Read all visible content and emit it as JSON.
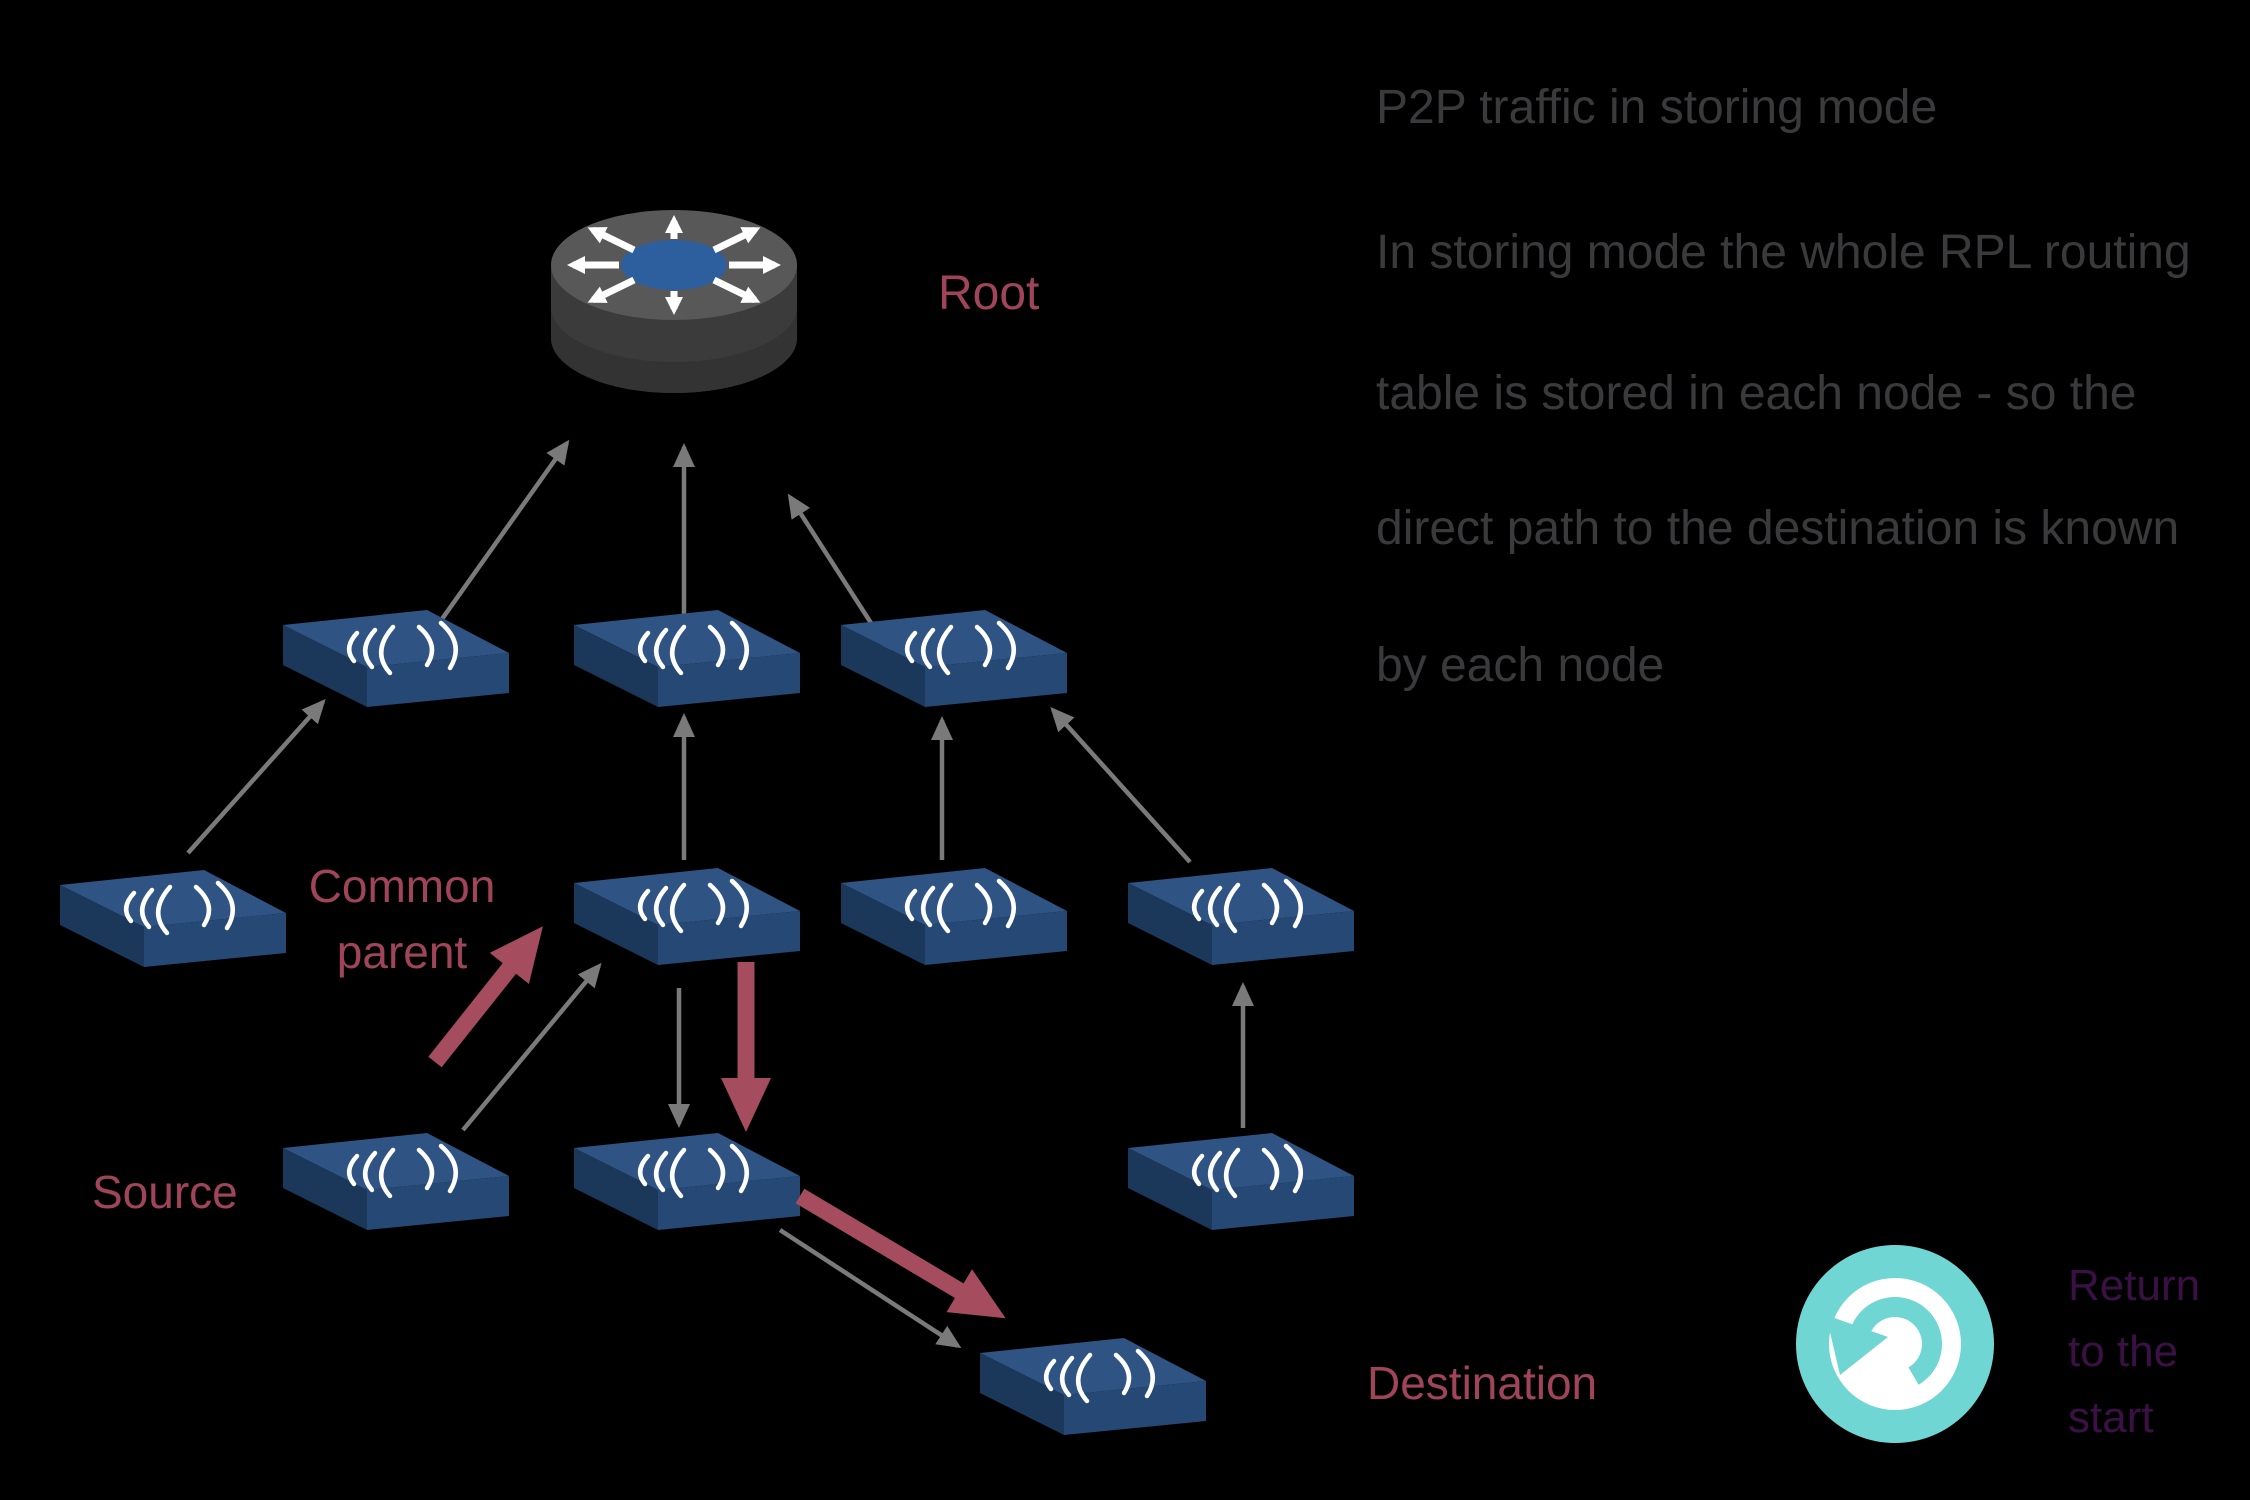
{
  "title": "P2P traffic in storing mode",
  "description": {
    "lines": [
      "P2P traffic in storing mode",
      "In storing mode the whole RPL routing",
      "table is stored in each node - so the",
      "direct path to the destination is known",
      "by each node"
    ]
  },
  "diagram": {
    "root_label": "Root",
    "common_parent_label": "Common parent",
    "source_label": "Source",
    "destination_label": "Destination",
    "icons": {
      "root": "router-broadcast-icon",
      "node": "wireless-node-icon",
      "gray_arrow": "routing-link-arrow",
      "red_arrow": "p2p-traffic-path-arrow"
    }
  },
  "return_button": {
    "label": "Return to the start",
    "icon": "restart-circular-arrow-icon"
  },
  "colors": {
    "background": "#000000",
    "label_maroon": "#A04459",
    "description_gray": "#3A3A3C",
    "arrow_gray": "#7A7A7A",
    "arrow_red": "#A54C5E",
    "node_blue_top": "#2F5484",
    "node_blue_left": "#1B3759",
    "node_blue_right": "#264874",
    "root_gray_top": "#585858",
    "root_gray_side": "#3B3B3B",
    "root_center_blue": "#2D5F9E",
    "return_teal": "#70D6D3",
    "return_text_purple": "#3B1044"
  }
}
